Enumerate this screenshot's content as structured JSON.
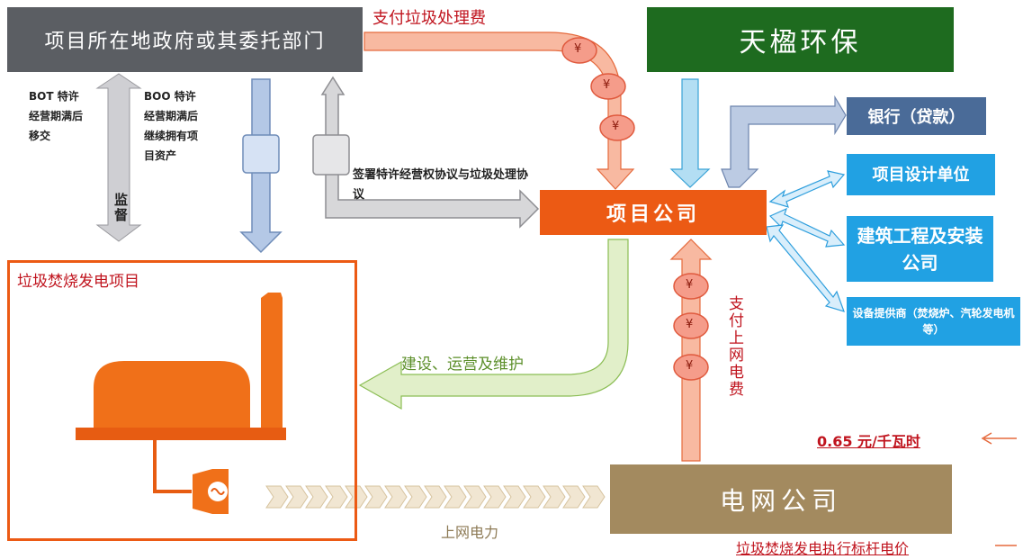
{
  "gov_label": "项目所在地政府或其委托部门",
  "tianji_label": "天楹环保",
  "project_company": "项目公司",
  "bank": "银行（贷款）",
  "design_unit": "项目设计单位",
  "construction": "建筑工程及安装公司",
  "equipment": "设备提供商（焚烧炉、汽轮发电机等）",
  "grid_company": "电网公司",
  "waste_project": "垃圾焚烧发电项目",
  "pay_waste_fee": "支付垃圾处理费",
  "pay_power_fee": "支付上网电费",
  "bot_label": "BOT 特许经营期满后移交",
  "boo_label": "BOO 特许经营期满后继续拥有项目资产",
  "supervision": "监督",
  "agreement": "签署特许经营权协议与垃圾处理协议",
  "build_ops": "建设、运营及维护",
  "grid_power": "上网电力",
  "price": "0.65 元/千瓦时",
  "benchmark": "垃圾焚烧发电执行标杆电价",
  "yen": "¥",
  "colors": {
    "gov": "#5b5e63",
    "tianji": "#1e6b1f",
    "project": "#ec5a14",
    "bank": "#4a6b98",
    "side": "#21a1e3",
    "grid": "#a38a5f",
    "accent": "#c0141e"
  }
}
